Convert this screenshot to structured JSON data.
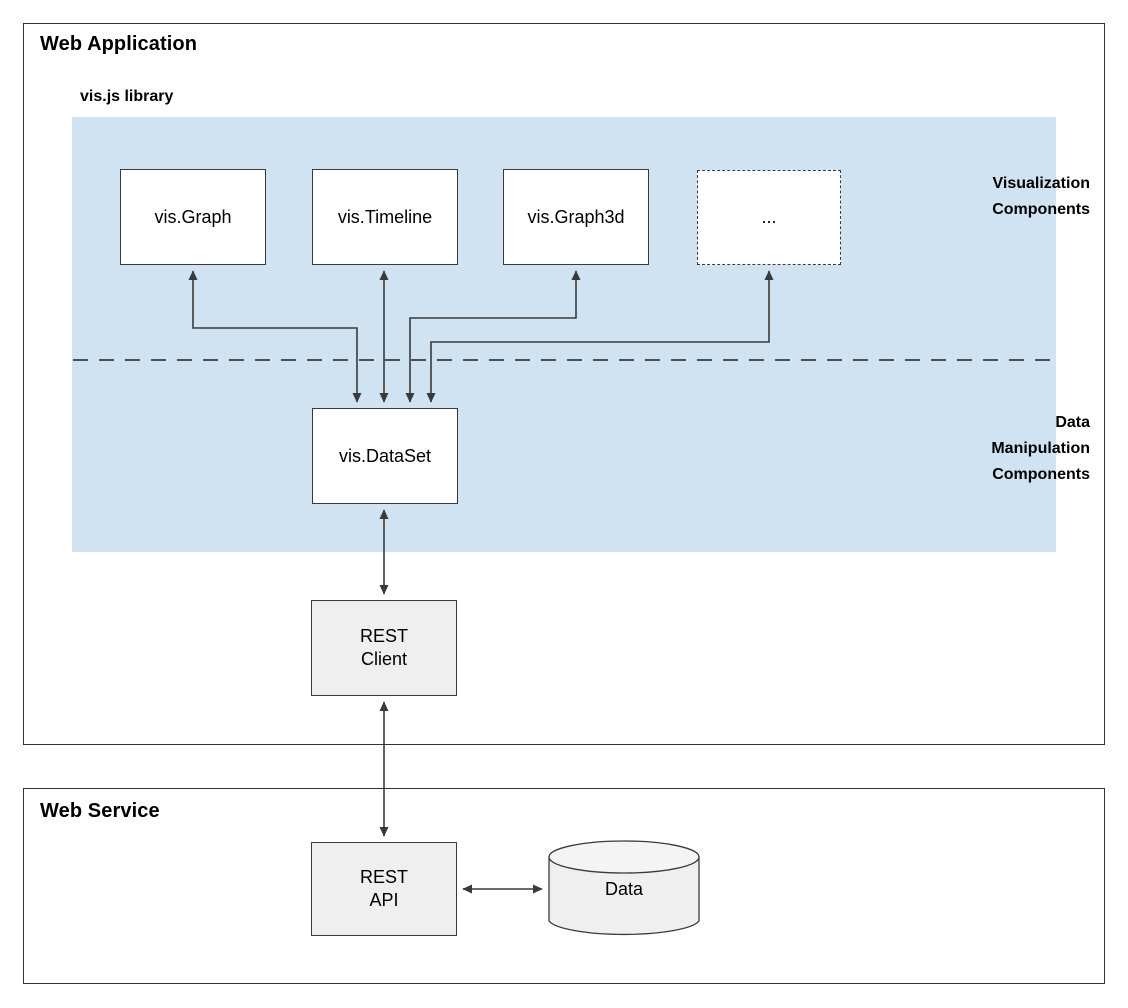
{
  "diagram": {
    "type": "architecture-block-diagram",
    "panels": [
      {
        "id": "web-application",
        "title": "Web Application"
      },
      {
        "id": "web-service",
        "title": "Web Service"
      }
    ],
    "library": {
      "title": "vis.js library",
      "fill_color": "#cfe3f2",
      "group_labels": {
        "visualization": "Visualization\nComponents",
        "visualization_line1": "Visualization",
        "visualization_line2": "Components",
        "data_manipulation_line1": "Data",
        "data_manipulation_line2": "Manipulation",
        "data_manipulation_line3": "Components"
      }
    },
    "nodes": {
      "graph": "vis.Graph",
      "timeline": "vis.Timeline",
      "graph3d": "vis.Graph3d",
      "ellipsis": "...",
      "dataset": "vis.DataSet",
      "rest_client_line1": "REST",
      "rest_client_line2": "Client",
      "rest_api_line1": "REST",
      "rest_api_line2": "API",
      "data_store": "Data"
    },
    "colors": {
      "library_fill": "#cfe3f2",
      "node_fill": "#ffffff",
      "gray_node_fill": "#efefef",
      "border": "#3a3a3a",
      "panel_border": "#333333",
      "text": "#000000"
    },
    "connections": [
      {
        "from": "vis.Graph",
        "to": "vis.DataSet",
        "direction": "bidirectional"
      },
      {
        "from": "vis.Timeline",
        "to": "vis.DataSet",
        "direction": "bidirectional"
      },
      {
        "from": "vis.Graph3d",
        "to": "vis.DataSet",
        "direction": "bidirectional"
      },
      {
        "from": "...",
        "to": "vis.DataSet",
        "direction": "bidirectional"
      },
      {
        "from": "vis.DataSet",
        "to": "REST Client",
        "direction": "bidirectional"
      },
      {
        "from": "REST Client",
        "to": "REST API",
        "direction": "bidirectional"
      },
      {
        "from": "REST API",
        "to": "Data",
        "direction": "bidirectional"
      }
    ]
  }
}
